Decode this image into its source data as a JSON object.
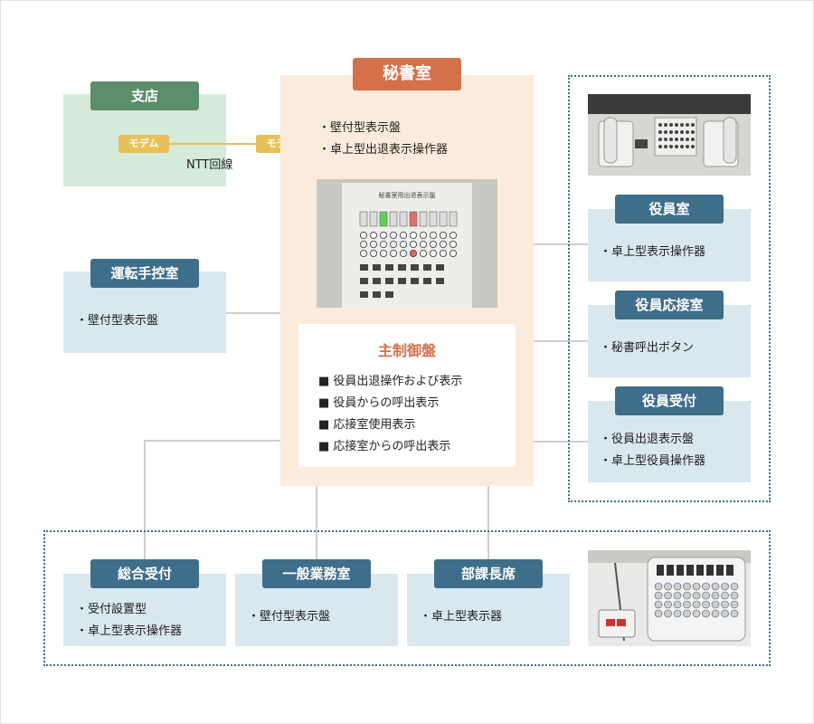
{
  "branch": {
    "title": "支店",
    "modem_left": "モデム",
    "modem_right": "モデム",
    "line_label": "NTT回線"
  },
  "secretary": {
    "title": "秘書室",
    "items": [
      "・壁付型表示盤",
      "・卓上型出退表示操作器"
    ],
    "panel_photo_label": "秘書室用出退表示盤"
  },
  "main_control": {
    "title": "主制御盤",
    "items": [
      "■ 役員出退操作および表示",
      "■ 役員からの呼出表示",
      "■ 応接室使用表示",
      "■ 応接室からの呼出表示"
    ]
  },
  "driver_room": {
    "title": "運転手控室",
    "items": [
      "・壁付型表示盤"
    ]
  },
  "executive_room": {
    "title": "役員室",
    "items": [
      "・卓上型表示操作器"
    ]
  },
  "reception_room": {
    "title": "役員応接室",
    "items": [
      "・秘書呼出ボタン"
    ]
  },
  "executive_desk": {
    "title": "役員受付",
    "items": [
      "・役員出退表示盤",
      "・卓上型役員操作器"
    ]
  },
  "general_reception": {
    "title": "総合受付",
    "items": [
      "・受付設置型",
      "・卓上型表示操作器"
    ]
  },
  "general_office": {
    "title": "一般業務室",
    "items": [
      "・壁付型表示盤"
    ]
  },
  "manager_seat": {
    "title": "部課長席",
    "items": [
      "・卓上型表示器"
    ]
  },
  "colors": {
    "green_tag": "#5b8e6b",
    "blue_tag": "#3f6e8a",
    "orange_tag": "#d4704a",
    "green_panel": "#d6ead9",
    "blue_panel": "#d9e7ef",
    "peach_panel": "#fbebdc",
    "modem": "#e8c05a"
  },
  "icons": [
    "wall-display-panel-photo",
    "desktop-phones-photo",
    "desktop-operator-photo"
  ]
}
